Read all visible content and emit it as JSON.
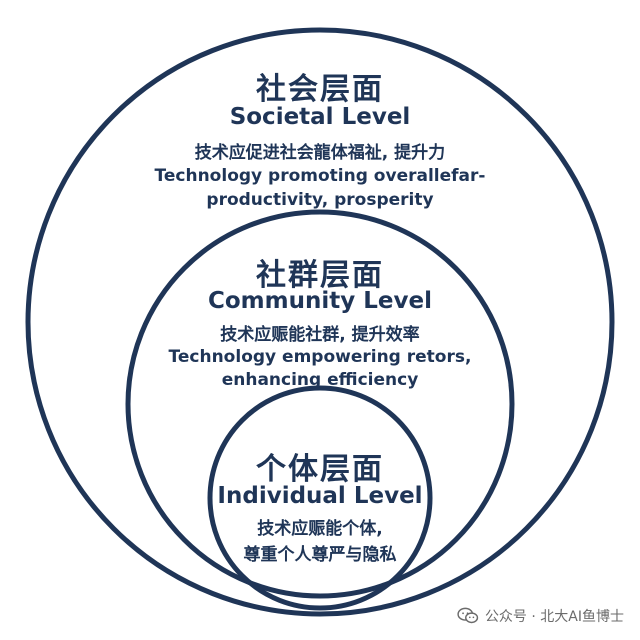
{
  "colors": {
    "ring": "#1f3557",
    "text": "#1f3557",
    "watermark": "#6b6b6b"
  },
  "levels": {
    "societal": {
      "zh_title": "社会层面",
      "en_title": "Societal Level",
      "zh_desc": "技术应促进社会龍体福祉, 提升力",
      "en_desc_1": "Technology promoting overallefar-",
      "en_desc_2": "productivity, prosperity"
    },
    "community": {
      "zh_title": "社群层面",
      "en_title": "Community Level",
      "zh_desc": "技术应赈能社群, 提升效率",
      "en_desc_1": "Technology empowering retors,",
      "en_desc_2": "enhancing efficiency"
    },
    "individual": {
      "zh_title": "个体层面",
      "en_title": "Individual Level",
      "zh_desc_1": "技术应赈能个体,",
      "zh_desc_2": "尊重个人尊严与隐私"
    }
  },
  "watermark": {
    "icon": "wechat-icon",
    "text": "公众号 · 北大AI鱼博士"
  }
}
